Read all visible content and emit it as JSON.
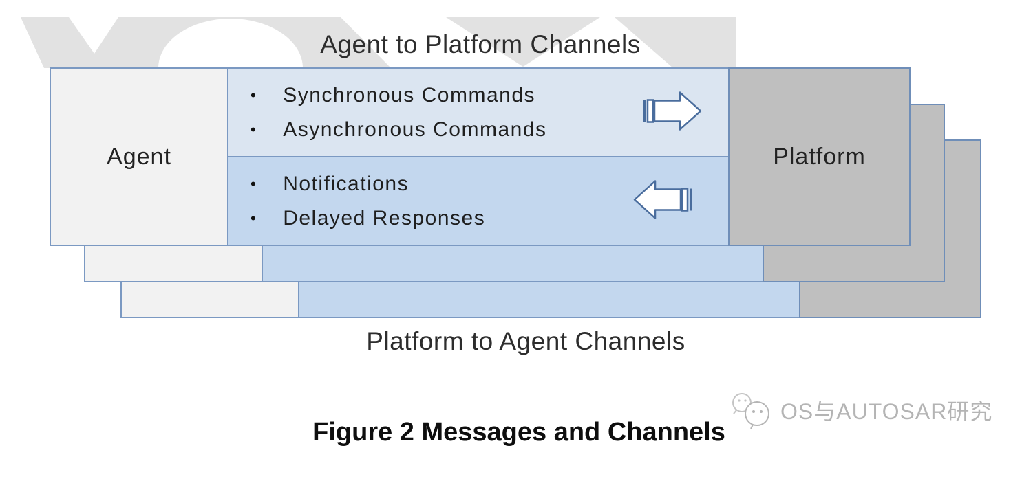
{
  "diagram": {
    "top_label": "Agent to Platform Channels",
    "bottom_label": "Platform to Agent Channels",
    "agent_label": "Agent",
    "platform_label": "Platform",
    "bullet_char": "•",
    "agent_to_platform_items": [
      "Synchronous Commands",
      "Asynchronous Commands"
    ],
    "platform_to_agent_items": [
      "Notifications",
      "Delayed Responses"
    ],
    "stacked_layer_count": 3
  },
  "caption": "Figure 2 Messages and Channels",
  "watermark_brand": {
    "text": "OS与AUTOSAR研究"
  },
  "colors": {
    "channel_agent_to_platform_fill": "#dbe5f1",
    "channel_platform_to_agent_fill": "#c3d7ee",
    "agent_box_fill": "#f2f2f2",
    "platform_box_fill": "#bfbfbf",
    "box_border": "#7b99c2",
    "arrow_outline": "#4a6d9d",
    "watermark_gray": "#e2e2e2",
    "text_dark": "#2d2d2d"
  }
}
